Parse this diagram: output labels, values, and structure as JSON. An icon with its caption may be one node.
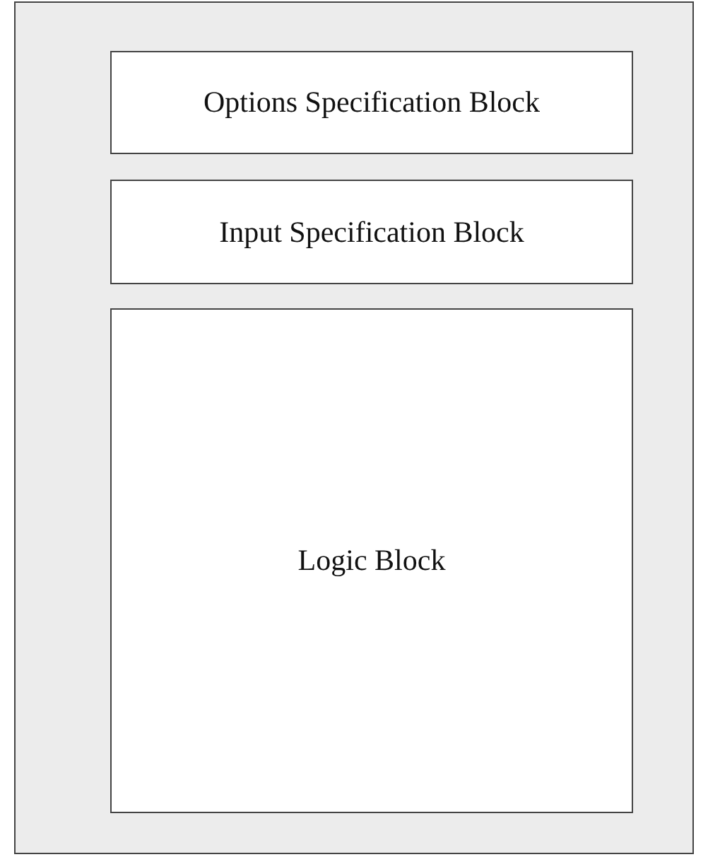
{
  "diagram": {
    "nodes": [
      {
        "text": [],
        "shape": "box"
      },
      {
        "text": [
          "Options Specification Block"
        ],
        "in": 0
      },
      {
        "text": [
          "Input Specification Block"
        ],
        "in": 0
      },
      {
        "text": [
          "Logic Block"
        ],
        "in": 0
      }
    ]
  }
}
